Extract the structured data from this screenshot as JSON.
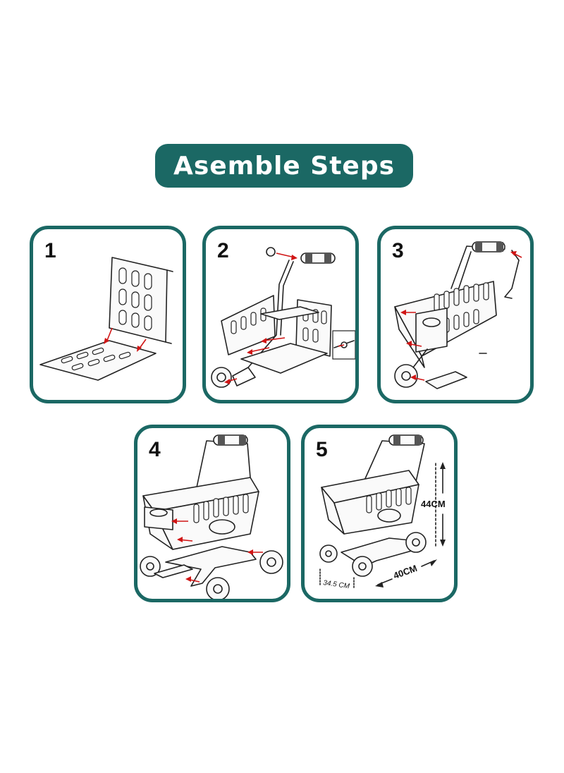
{
  "title": "Asemble Steps",
  "colors": {
    "accent": "#1b6864",
    "arrow": "#d01515",
    "line": "#222222"
  },
  "steps": [
    {
      "number": "1"
    },
    {
      "number": "2"
    },
    {
      "number": "3"
    },
    {
      "number": "4"
    },
    {
      "number": "5"
    }
  ],
  "dimensions": {
    "height": "44CM",
    "width": "40CM",
    "depth": "34.5 CM"
  }
}
